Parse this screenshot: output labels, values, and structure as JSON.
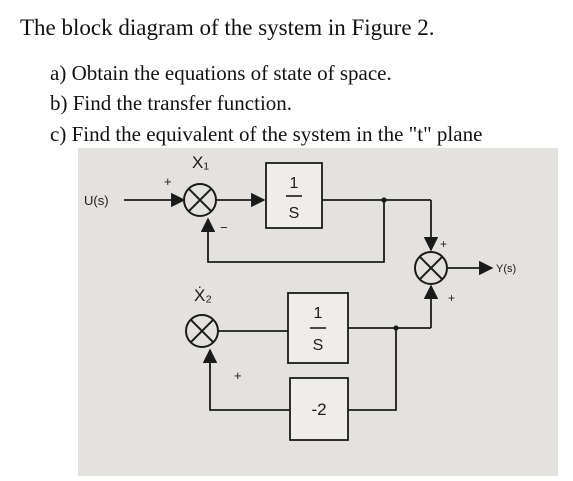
{
  "problem": {
    "title": "The block diagram of the system in Figure 2.",
    "tasks": [
      {
        "marker": "a)",
        "text": "Obtain the equations of state of space."
      },
      {
        "marker": "b)",
        "text": "Find the transfer function."
      },
      {
        "marker": "c)",
        "text": "Find the equivalent of the system in the \"t\" plane"
      }
    ]
  },
  "diagram": {
    "input_label": "U(s)",
    "output_label": "Y(s)",
    "state1_label": "X₁",
    "state2_label": "Ẋ₂",
    "block1_num": "1",
    "block1_den": "S",
    "block2_num": "1",
    "block2_den": "S",
    "gain_block": "-2",
    "sign_plus": "+",
    "sign_minus": "−",
    "colors": {
      "paper": "#e4e2de",
      "ink": "#1b1b1b",
      "block_fill": "#efedea"
    }
  }
}
